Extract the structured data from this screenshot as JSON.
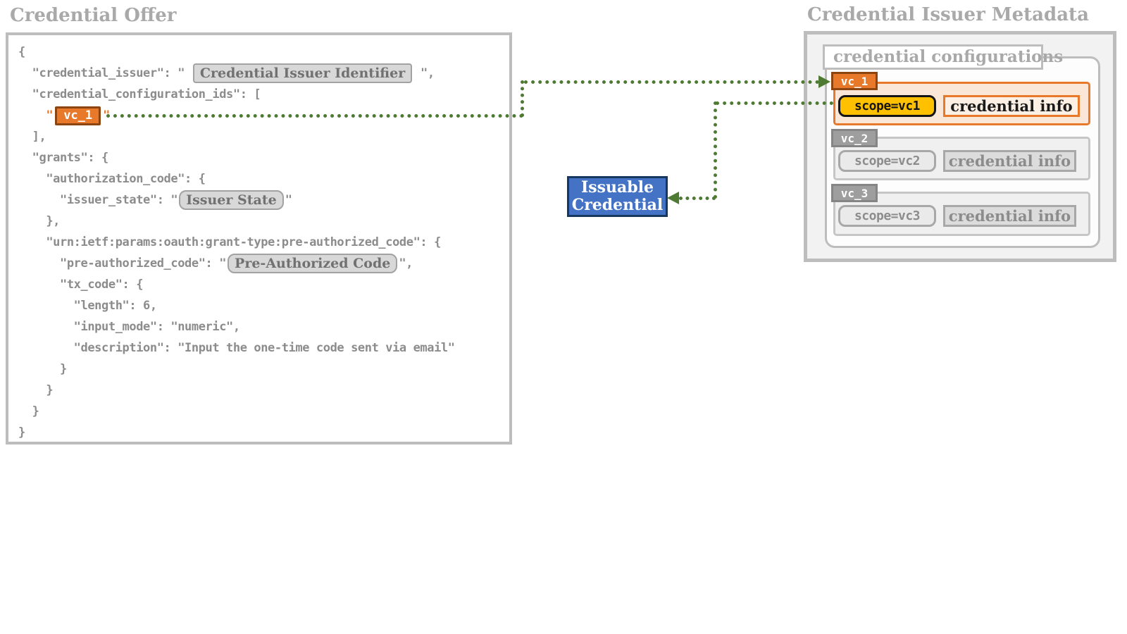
{
  "left_panel": {
    "title": "Credential Offer",
    "json_lines": [
      [
        {
          "k": "t",
          "v": "{"
        }
      ],
      [
        {
          "k": "t",
          "v": "  \"credential_issuer\": \" "
        },
        {
          "k": "badge-sq",
          "v": "Credential Issuer Identifier"
        },
        {
          "k": "t",
          "v": " \","
        }
      ],
      [
        {
          "k": "t",
          "v": "  \"credential_configuration_ids\": ["
        }
      ],
      [
        {
          "k": "t",
          "v": "    "
        },
        {
          "k": "oq",
          "v": "\""
        },
        {
          "k": "badge-vc",
          "v": "vc_1"
        },
        {
          "k": "oq",
          "v": "\""
        }
      ],
      [
        {
          "k": "t",
          "v": "  ],"
        }
      ],
      [
        {
          "k": "t",
          "v": "  \"grants\": {"
        }
      ],
      [
        {
          "k": "t",
          "v": "    \"authorization_code\": {"
        }
      ],
      [
        {
          "k": "t",
          "v": "      \"issuer_state\": \""
        },
        {
          "k": "badge-rd",
          "v": "Issuer State"
        },
        {
          "k": "t",
          "v": "\""
        }
      ],
      [
        {
          "k": "t",
          "v": "    },"
        }
      ],
      [
        {
          "k": "t",
          "v": "    \"urn:ietf:params:oauth:grant-type:pre-authorized_code\": {"
        }
      ],
      [
        {
          "k": "t",
          "v": "      \"pre-authorized_code\": \""
        },
        {
          "k": "badge-rd",
          "v": "Pre-Authorized Code"
        },
        {
          "k": "t",
          "v": "\","
        }
      ],
      [
        {
          "k": "t",
          "v": "      \"tx_code\": {"
        }
      ],
      [
        {
          "k": "t",
          "v": "        \"length\": 6,"
        }
      ],
      [
        {
          "k": "t",
          "v": "        \"input_mode\": \"numeric\","
        }
      ],
      [
        {
          "k": "t",
          "v": "        \"description\": \"Input the one-time code sent via email\""
        }
      ],
      [
        {
          "k": "t",
          "v": "      }"
        }
      ],
      [
        {
          "k": "t",
          "v": "    }"
        }
      ],
      [
        {
          "k": "t",
          "v": "  }"
        }
      ],
      [
        {
          "k": "t",
          "v": "}"
        }
      ]
    ]
  },
  "middle": {
    "issuable_credential": {
      "line1": "Issuable",
      "line2": "Credential"
    }
  },
  "right_panel": {
    "title": "Credential Issuer Metadata",
    "configurations_label": "credential configurations",
    "items": [
      {
        "id": "vc_1",
        "scope": "scope=vc1",
        "info": "credential info",
        "variant": "highlighted"
      },
      {
        "id": "vc_2",
        "scope": "scope=vc2",
        "info": "credential info",
        "variant": "muted"
      },
      {
        "id": "vc_3",
        "scope": "scope=vc3",
        "info": "credential info",
        "variant": "muted"
      }
    ]
  },
  "colors": {
    "orange": "#e8782a",
    "orange-dark": "#8c4510",
    "orange-light-fill": "#fbe7d8",
    "gold": "#ffc000",
    "green": "#4e7a33",
    "blue": "#4472c4",
    "navy": "#17375e",
    "gray-border": "#bdbdbd",
    "gray-text": "#8c8c8c"
  }
}
